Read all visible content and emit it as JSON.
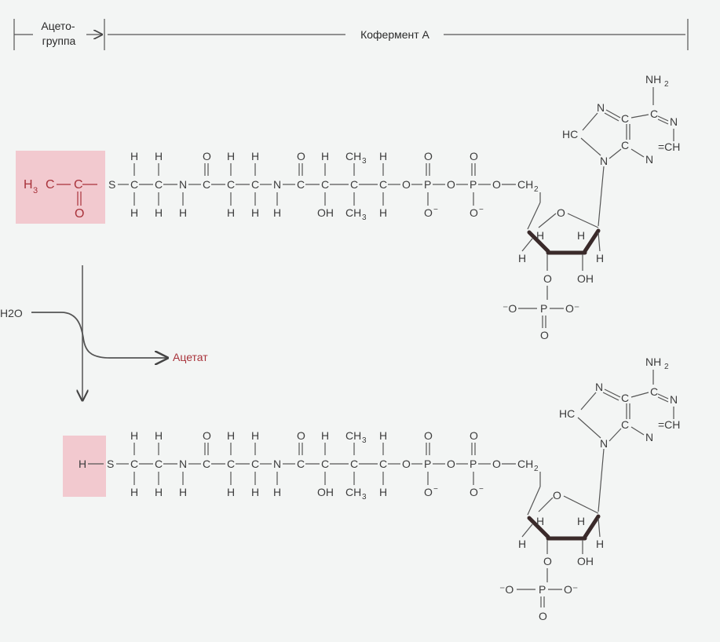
{
  "header": {
    "aceto_line1": "Ацето-",
    "aceto_line2": "группа",
    "coenzyme": "Кофермент А"
  },
  "reaction": {
    "water": "H2O",
    "product": "Ацетат"
  },
  "molecules": {
    "top_group": [
      "H",
      "3",
      "C",
      "C",
      "O"
    ],
    "bottom_group": "H"
  },
  "colors": {
    "highlight": "#f2c9cf",
    "accent_red": "#a8323a",
    "ink": "#3c3c3c",
    "background": "#f3f5f4"
  }
}
